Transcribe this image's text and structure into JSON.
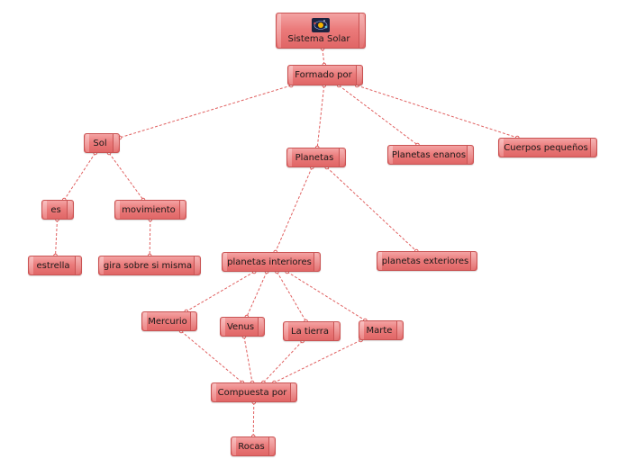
{
  "nodes": [
    {
      "id": "root",
      "label": "Sistema Solar",
      "icon": "solar-system-icon"
    },
    {
      "id": "formado",
      "label": "Formado por"
    },
    {
      "id": "sol",
      "label": "Sol"
    },
    {
      "id": "planetas",
      "label": "Planetas"
    },
    {
      "id": "enanos",
      "label": "Planetas enanos"
    },
    {
      "id": "cuerpos",
      "label": "Cuerpos pequeños"
    },
    {
      "id": "es",
      "label": "es"
    },
    {
      "id": "movimiento",
      "label": "movimiento"
    },
    {
      "id": "estrella",
      "label": "estrella"
    },
    {
      "id": "gira",
      "label": "gira sobre si misma"
    },
    {
      "id": "interiores",
      "label": "planetas interiores"
    },
    {
      "id": "exteriores",
      "label": "planetas exteriores"
    },
    {
      "id": "mercurio",
      "label": "Mercurio"
    },
    {
      "id": "venus",
      "label": "Venus"
    },
    {
      "id": "tierra",
      "label": "La tierra"
    },
    {
      "id": "marte",
      "label": "Marte"
    },
    {
      "id": "compuesta",
      "label": "Compuesta por"
    },
    {
      "id": "rocas",
      "label": "Rocas"
    }
  ],
  "edges": [
    [
      "root",
      "formado"
    ],
    [
      "formado",
      "sol"
    ],
    [
      "formado",
      "planetas"
    ],
    [
      "formado",
      "enanos"
    ],
    [
      "formado",
      "cuerpos"
    ],
    [
      "sol",
      "es"
    ],
    [
      "sol",
      "movimiento"
    ],
    [
      "es",
      "estrella"
    ],
    [
      "movimiento",
      "gira"
    ],
    [
      "planetas",
      "interiores"
    ],
    [
      "planetas",
      "exteriores"
    ],
    [
      "interiores",
      "mercurio"
    ],
    [
      "interiores",
      "venus"
    ],
    [
      "interiores",
      "tierra"
    ],
    [
      "interiores",
      "marte"
    ],
    [
      "mercurio",
      "compuesta"
    ],
    [
      "venus",
      "compuesta"
    ],
    [
      "tierra",
      "compuesta"
    ],
    [
      "marte",
      "compuesta"
    ],
    [
      "compuesta",
      "rocas"
    ]
  ],
  "colors": {
    "node_fill": "#eb7b7b",
    "edge": "#e06060"
  }
}
